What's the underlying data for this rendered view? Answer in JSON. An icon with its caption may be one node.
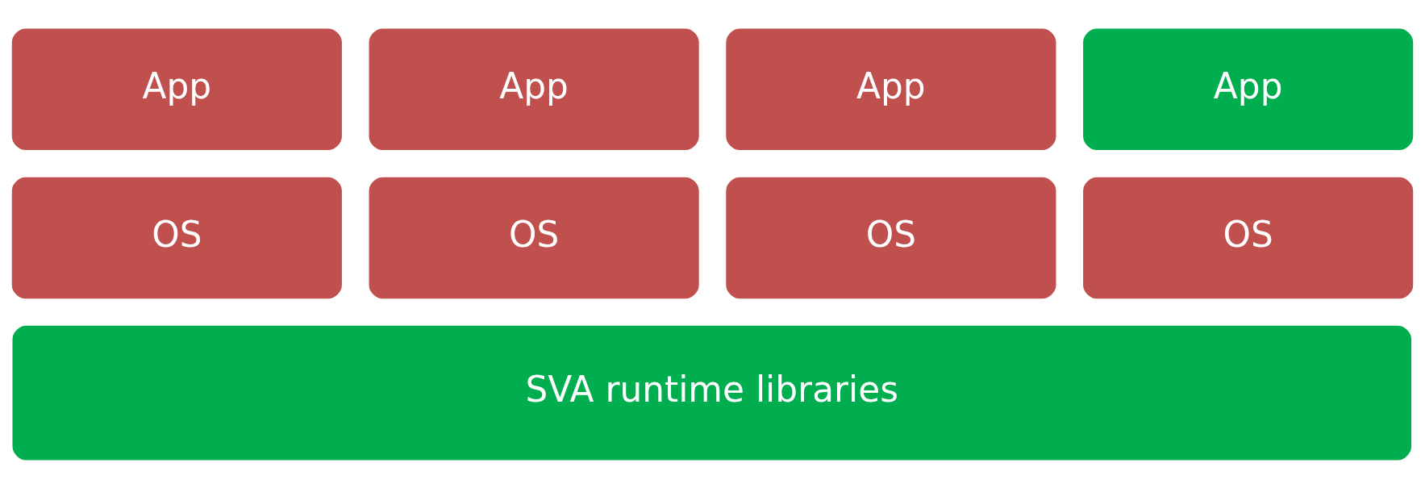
{
  "diagram": {
    "nodes": [
      {
        "text": [
          "App"
        ]
      },
      {
        "text": [
          "App"
        ]
      },
      {
        "text": [
          "App"
        ]
      },
      {
        "text": [
          "App"
        ]
      },
      {
        "text": [
          "OS"
        ]
      },
      {
        "text": [
          "OS"
        ]
      },
      {
        "text": [
          "OS"
        ]
      },
      {
        "text": [
          "OS"
        ]
      },
      {
        "text": [
          "SVA runtime libraries"
        ]
      }
    ]
  }
}
